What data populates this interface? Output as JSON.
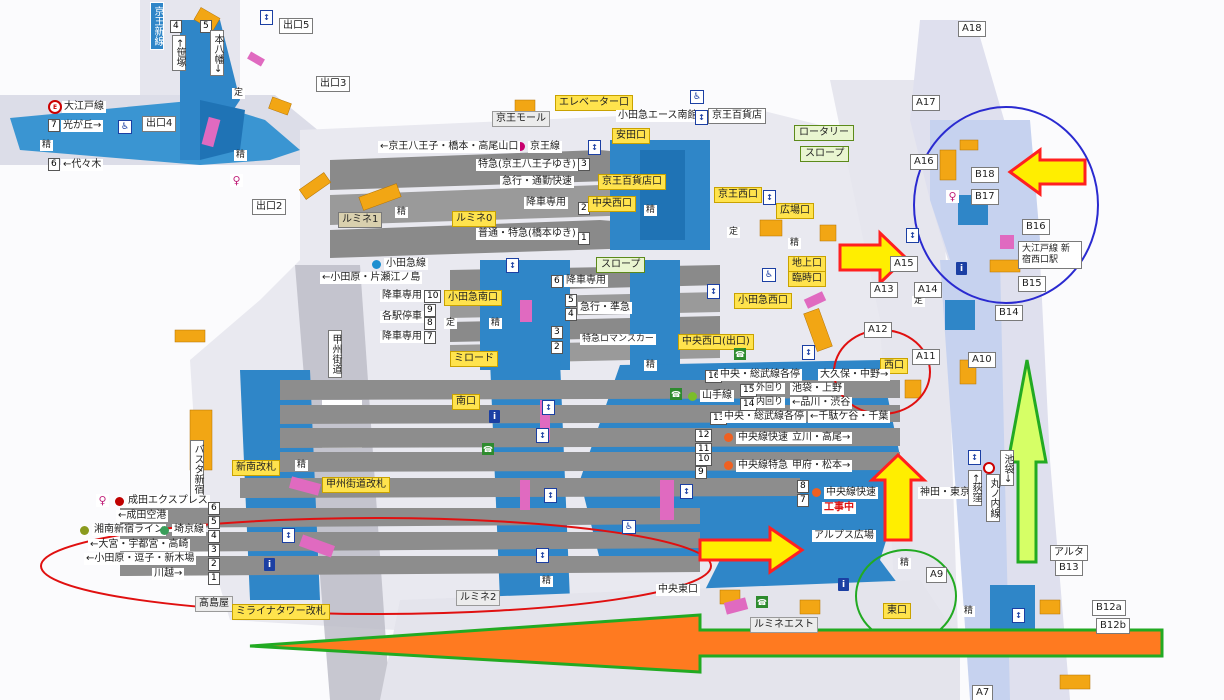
{
  "colors": {
    "concourse_blue": "#2f86c8",
    "light_blue": "#bfe0f4",
    "platform_gray": "#8a8a8a",
    "stair_orange": "#f2a614",
    "escalator_pink": "#e06ac0",
    "arrow_yellow": "#ffee00",
    "arrow_red": "#ff2020",
    "annotation_blue": "#2a2ad0",
    "annotation_red": "#e01010",
    "annotation_green": "#22aa22",
    "orange_arrow": "#ff7a20"
  },
  "labels": {
    "exit5": "出口5",
    "exit3": "出口3",
    "exit4": "出口4",
    "exit2": "出口2",
    "oedo_line": "大江戸線",
    "hikarigaoka": "光が丘→",
    "yoyogi": "←代々木",
    "sasazuka": "←笹塚",
    "motoyawata": "本八幡→",
    "keio_new": "京王新線",
    "keio_mall": "京王モール",
    "keio_line": "京王線",
    "keio_hachioji": "←京王八王子・橋本・高尾山口",
    "tokkyu_keio": "特急(京王八王子ゆき)",
    "kyuko": "急行・通勤快速",
    "kousha": "降車専用",
    "futsu": "普通・特急(橋本ゆき)",
    "lumine1": "ルミネ1",
    "lumine0": "ルミネ0",
    "elevator_exit": "エレベーター口",
    "odakyu_ace": "小田急エース南館",
    "keio_dept": "京王百貨店",
    "yasuda_exit": "安田口",
    "keio_dept_exit": "京王百貨店口",
    "chuo_nishi": "中央西口",
    "keio_nishi": "京王西口",
    "rotary": "ロータリー",
    "slope": "スロープ",
    "slope2": "スロープ",
    "hiroba_exit": "広場口",
    "chijo_exit": "地上口",
    "rinji_exit": "臨時口",
    "odakyu_line": "小田急線",
    "odawara": "←小田原・片瀬江ノ島",
    "kousha10": "降車専用",
    "kakueki": "各駅停車",
    "kousha7": "降車専用",
    "kousha6": "降車専用",
    "kyuko_junkyu": "急行・準急",
    "tokkyu_romance": "特急ロマンスカー",
    "odakyu_minami": "小田急南口",
    "odakyu_nishi": "小田急西口",
    "m_road": "ミロード",
    "chuo_nishi_exit": "中央西口(出口)",
    "koshu_kaido": "甲州街道",
    "minami_exit": "南口",
    "nishi_exit": "西口",
    "chuo_sobu": "中央・総武線各停",
    "okubo": "大久保・中野→",
    "yamanote": "山手線",
    "sotomawari": "外回り",
    "ikebukuro_ueno": "池袋・上野",
    "uchimawari": "内回り",
    "shinagawa_shibuya": "←品川・渋谷",
    "chuo_sobu2": "中央・総武線各停",
    "sendagaya": "←千駄ケ谷・千葉",
    "chuo_rapid": "中央線快速",
    "tachikawa": "立川・高尾→",
    "chuo_tokkyu": "中央線特急",
    "kofu": "甲府・松本→",
    "chuo_rapid2": "中央線快速",
    "kanda_tokyo": "神田・東京",
    "construction": "工事中",
    "alps": "アルプス広場",
    "busta": "バスタ新宿",
    "shinminami": "新南改札",
    "koshu_gate": "甲州街道改札",
    "narita_express": "成田エクスプレス",
    "narita_airport": "←成田空港",
    "shonan_shinjuku": "湘南新宿ライン",
    "saikyo": "埼京線",
    "omiya": "←大宮・宇都宮・高崎",
    "odawara_zushi": "←小田原・逗子・新木場",
    "kawagoe": "川越→",
    "takashimaya": "髙島屋",
    "miraina": "ミライナタワー改札",
    "lumine2": "ルミネ2",
    "chuo_east": "中央東口",
    "east_exit": "東口",
    "lumine_est": "ルミネエスト",
    "altair": "アルタ",
    "ogikubo": "←荻窪",
    "marunouchi": "丸ノ内線",
    "ikebukuro_line": "池袋→",
    "oedo_shinjuku": "大江戸線 新宿西口駅",
    "exit_a18": "A18",
    "exit_a17": "A17",
    "exit_a16": "A16",
    "exit_a15": "A15",
    "exit_a14": "A14",
    "exit_a13": "A13",
    "exit_a12": "A12",
    "exit_a11": "A11",
    "exit_a10": "A10",
    "exit_a9": "A9",
    "exit_a7": "A7",
    "exit_b18": "B18",
    "exit_b17": "B17",
    "exit_b16": "B16",
    "exit_b15": "B15",
    "exit_b14": "B14",
    "exit_b13": "B13",
    "exit_b12a": "B12a",
    "exit_b12b": "B12b",
    "tei": "定",
    "sei": "精"
  },
  "platform_numbers": [
    "1",
    "2",
    "3",
    "4",
    "5",
    "6",
    "7",
    "8",
    "9",
    "10",
    "11",
    "12",
    "13",
    "14",
    "15",
    "16"
  ],
  "keio_new_numbers": [
    "4",
    "5"
  ],
  "oedo_numbers": [
    "7",
    "6"
  ],
  "icons": {
    "info": "information-icon",
    "elevator": "elevator-icon",
    "toilet": "toilet-icon",
    "accessible": "wheelchair-icon",
    "phone": "phone-icon",
    "locker": "locker-icon",
    "escalator": "escalator-icon"
  }
}
